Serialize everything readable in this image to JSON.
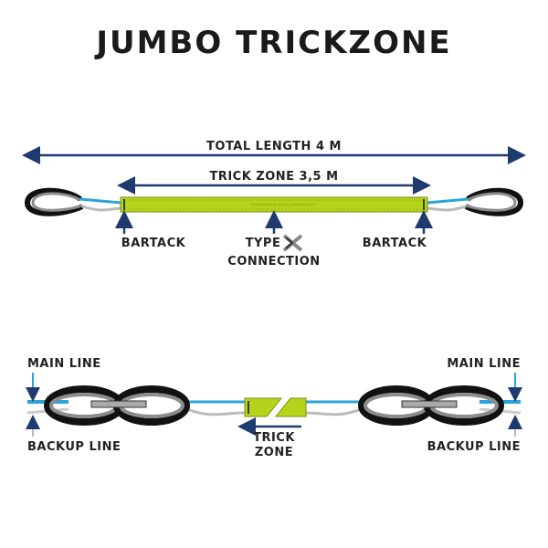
{
  "title": "JUMBO TRICKZONE",
  "top": {
    "total_length": "TOTAL LENGTH 4 M",
    "trick_zone": "TRICK ZONE 3,5 M",
    "bartack_left": "BARTACK",
    "bartack_right": "BARTACK",
    "type_label": "TYPE",
    "connection_label": "CONNECTION"
  },
  "bottom": {
    "main_line_left": "MAIN LINE",
    "main_line_right": "MAIN LINE",
    "backup_line_left": "BACKUP LINE",
    "backup_line_right": "BACKUP LINE",
    "trick_label": "TRICK",
    "zone_label": "ZONE"
  },
  "colors": {
    "navy": "#1f3a6e",
    "lime": "#b5d31a",
    "blue": "#2aa5d9",
    "loop": "#111111",
    "loop_inner": "#8c8c8c"
  }
}
